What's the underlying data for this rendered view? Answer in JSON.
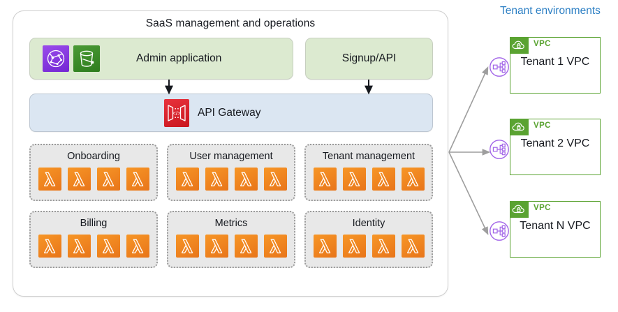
{
  "diagram": {
    "main_container": {
      "title": "SaaS management and operations"
    },
    "app_row": {
      "admin": {
        "label": "Admin application",
        "icons": [
          "cloudfront-icon",
          "s3-bucket-icon"
        ]
      },
      "signup": {
        "label": "Signup/API"
      }
    },
    "gateway": {
      "label": "API Gateway",
      "icon": "api-gateway-icon"
    },
    "service_groups": [
      {
        "label": "Onboarding",
        "lambda_count": 4
      },
      {
        "label": "User management",
        "lambda_count": 4
      },
      {
        "label": "Tenant management",
        "lambda_count": 4
      },
      {
        "label": "Billing",
        "lambda_count": 4
      },
      {
        "label": "Metrics",
        "lambda_count": 4
      },
      {
        "label": "Identity",
        "lambda_count": 4
      }
    ],
    "tenants": {
      "title": "Tenant environments",
      "vpc_header_label": "VPC",
      "items": [
        {
          "name": "Tenant 1 VPC"
        },
        {
          "name": "Tenant 2 VPC"
        },
        {
          "name": "Tenant N VPC"
        }
      ]
    },
    "colors": {
      "green_fill": "#dcead0",
      "blue_fill": "#dbe6f2",
      "group_fill": "#e8e8e8",
      "lambda_orange": "#f79626",
      "api_gateway_red": "#e8323c",
      "cloudfront_purple": "#7326d3",
      "s3_green": "#2e7d1e",
      "vpc_green": "#5aa331",
      "tenant_title_blue": "#2c7fc4",
      "endpoint_purple": "#a265e8",
      "connector_gray": "#9e9e9e"
    }
  }
}
